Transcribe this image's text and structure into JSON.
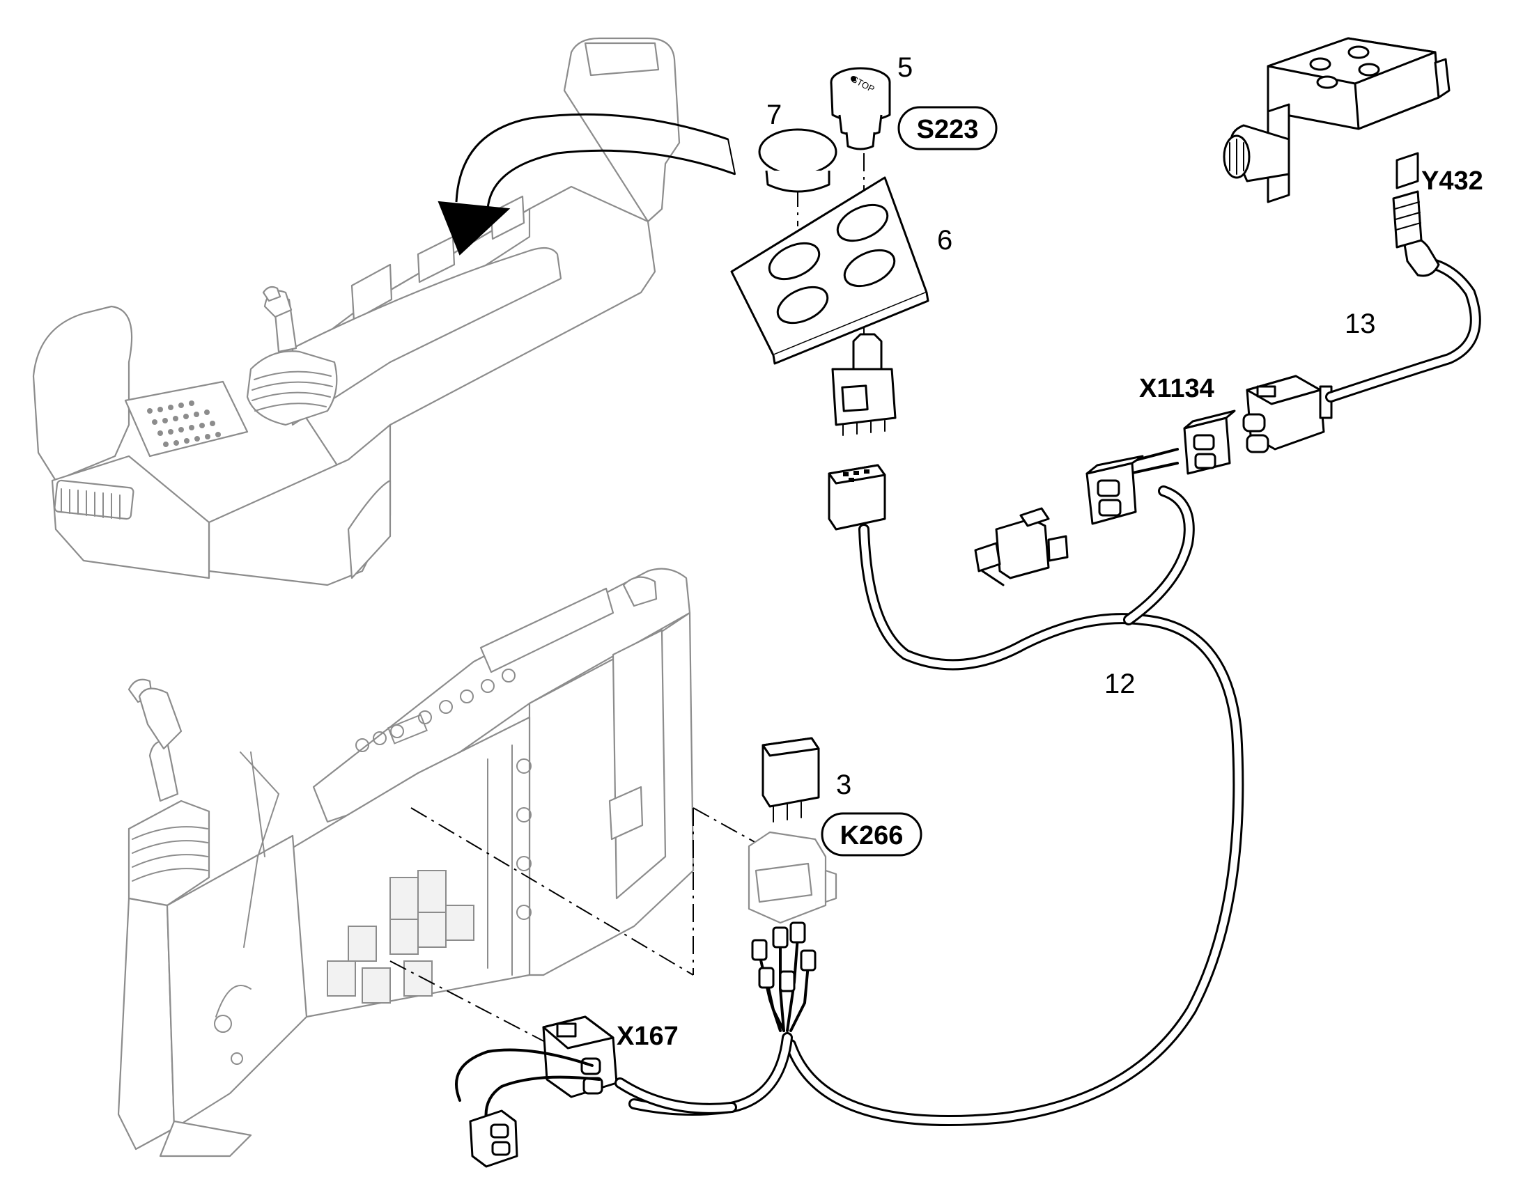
{
  "diagram": {
    "callouts": {
      "n3": "3",
      "n5": "5",
      "n6": "6",
      "n7": "7",
      "n12": "12",
      "n13": "13",
      "s223": "S223",
      "y432": "Y432",
      "x1134": "X1134",
      "k266": "K266",
      "x167": "X167"
    },
    "button_text": "STOP"
  }
}
